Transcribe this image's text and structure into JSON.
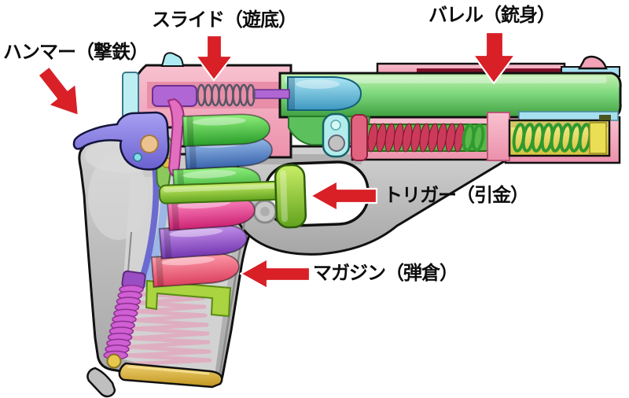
{
  "diagram": {
    "background": "#ffffff",
    "arrow_color": "#d82026",
    "labels": {
      "hammer": "ハンマー（撃鉄）",
      "slide": "スライド（遊底）",
      "barrel": "バレル（銃身）",
      "trigger": "トリガー（引金）",
      "magazine": "マガジン（弾倉）"
    },
    "parts": [
      {
        "id": "hammer",
        "label_ja": "ハンマー（撃鉄）",
        "color": "#8a82e2"
      },
      {
        "id": "slide",
        "label_ja": "スライド（遊底）",
        "color": "#f2a3b8"
      },
      {
        "id": "barrel",
        "label_ja": "バレル（銃身）",
        "color": "#7fd97f"
      },
      {
        "id": "trigger",
        "label_ja": "トリガー（引金）",
        "color": "#7ec23c"
      },
      {
        "id": "magazine",
        "label_ja": "マガジン（弾倉）",
        "color": "#d8a93c"
      }
    ]
  }
}
